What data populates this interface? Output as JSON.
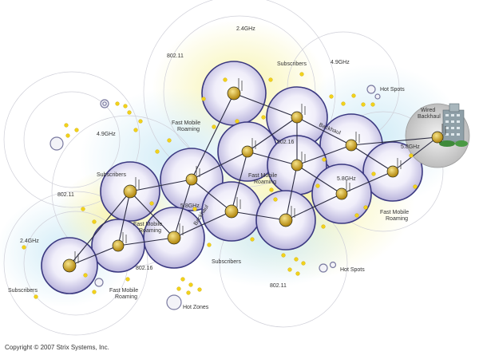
{
  "diagram": {
    "labels": {
      "band_24_top": "2.4GHz",
      "band_80211_top": "802.11",
      "subscribers_top": "Subscribers",
      "band_49_top": "4.9GHz",
      "hot_spots_top": "Hot Spots",
      "wired_backhaul": [
        "Wired",
        "Backhaul"
      ],
      "band_49_left": "4.9GHz",
      "fast_mobile_top": [
        "Fast Mobile",
        "Roaming"
      ],
      "backhaul_top": "Backhaul",
      "band_80216_top": "802.16",
      "band_58_right": "5.8GHz",
      "subscribers_left": "Subscribers",
      "fast_mobile_center": [
        "Fast Mobile",
        "Roaming"
      ],
      "band_58_center": "5.8GHz",
      "band_58_left": "5.8GHz",
      "fast_mobile_right": [
        "Fast Mobile",
        "Roaming"
      ],
      "band_80211_left": "802.11",
      "band_24_left": "2.4GHz",
      "fast_mobile_left": [
        "Fast Mobile",
        "Roaming"
      ],
      "backhaul_center": "Backhaul",
      "band_80216_bottom": "802.16",
      "subscribers_bottom": "Subscribers",
      "hot_spots_bottom": "Hot Spots",
      "subscribers_far_left": "Subscribers",
      "fast_mobile_bottom": [
        "Fast Mobile",
        "Roaming"
      ],
      "band_80211_bottom": "802.11",
      "hot_zones": "Hot Zones"
    },
    "copyright": "Copyright © 2007 Strix Systems, Inc."
  },
  "colors": {
    "node_fill": "#d8d4ec",
    "node_stroke": "#3a3880",
    "link": "#2a2a40",
    "subscriber_dot": "#f2d21a",
    "coverage_blue": "#bfe3f2",
    "coverage_yellow": "#f6f2a8",
    "hotspot_stroke": "#7a7aa0"
  }
}
